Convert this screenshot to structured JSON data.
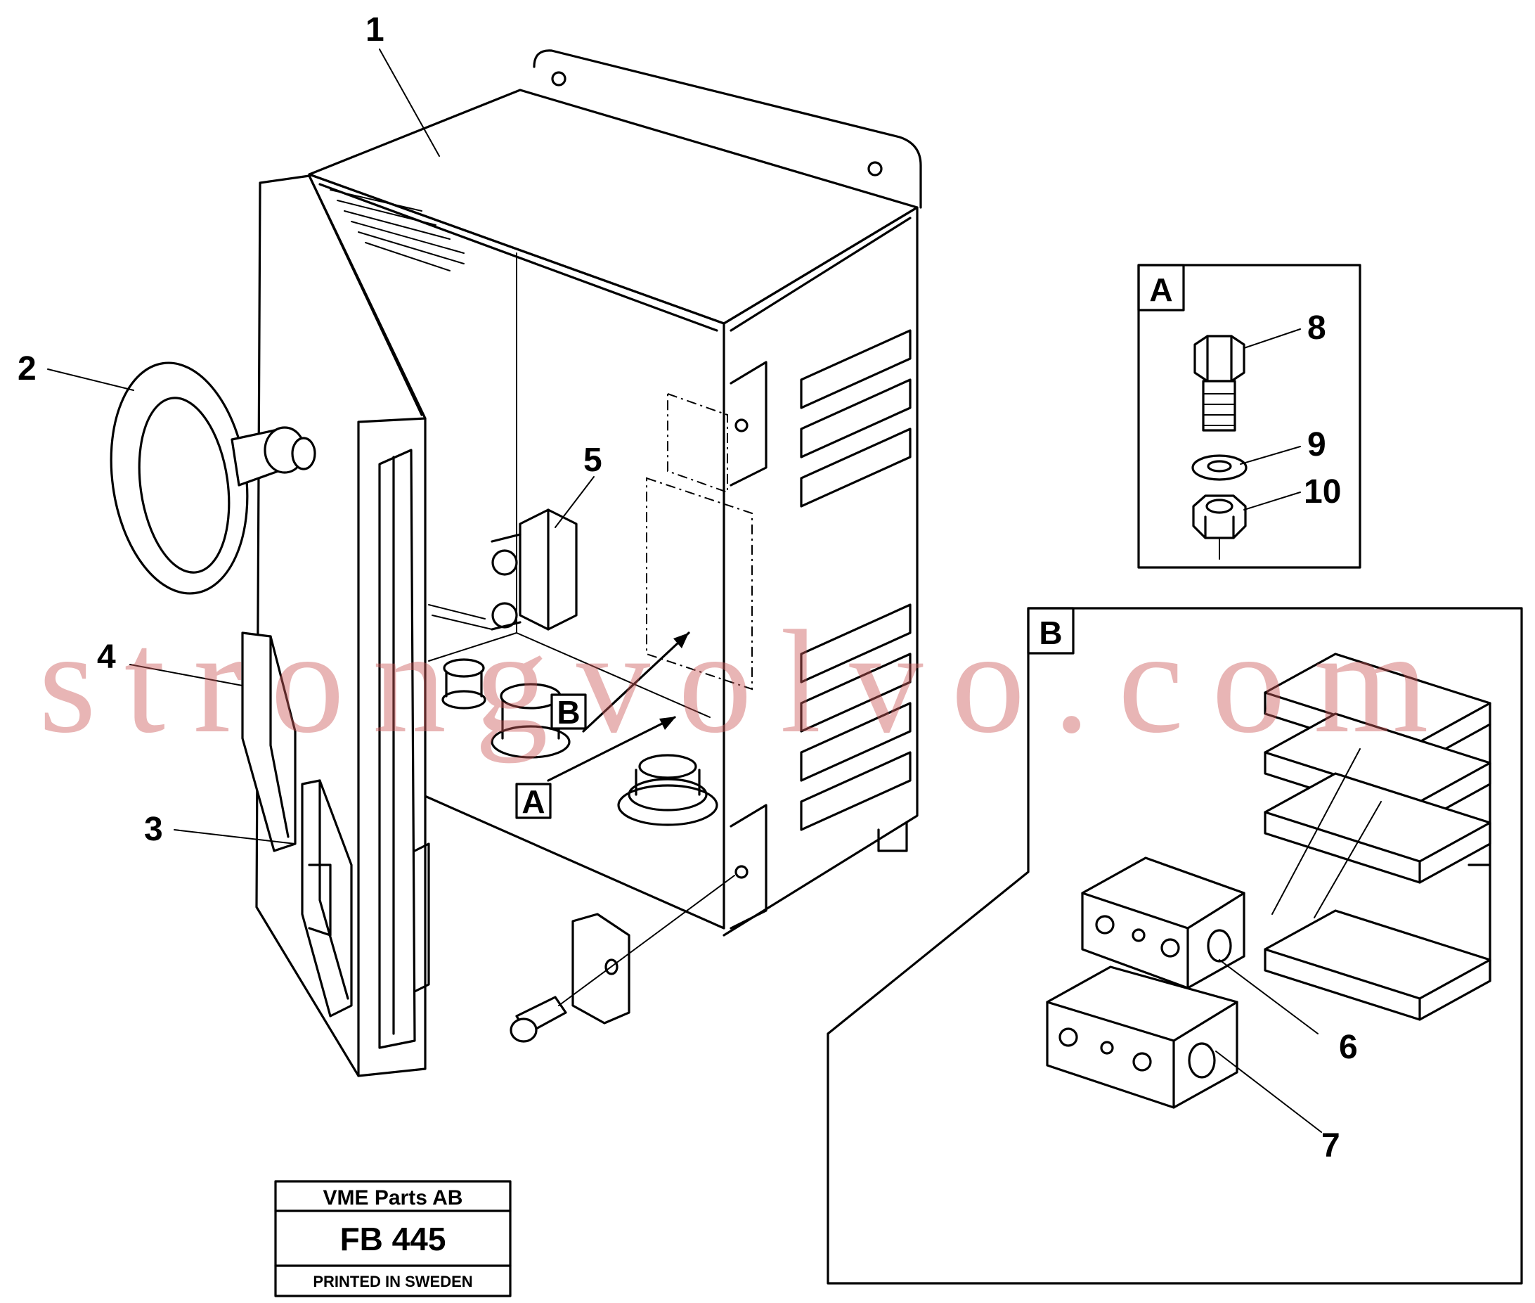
{
  "callouts": {
    "c1": "1",
    "c2": "2",
    "c3": "3",
    "c4": "4",
    "c5": "5",
    "c6": "6",
    "c7": "7",
    "c8": "8",
    "c9": "9",
    "c10": "10"
  },
  "detail_a": {
    "letter": "A"
  },
  "detail_b": {
    "letter": "B"
  },
  "ref_markers": {
    "a": "A",
    "b": "B"
  },
  "title_block": {
    "company": "VME Parts AB",
    "code": "FB 445",
    "printed": "PRINTED IN SWEDEN"
  },
  "watermark": {
    "text": "strongvolvo.com",
    "color": "#cd5a5a"
  }
}
